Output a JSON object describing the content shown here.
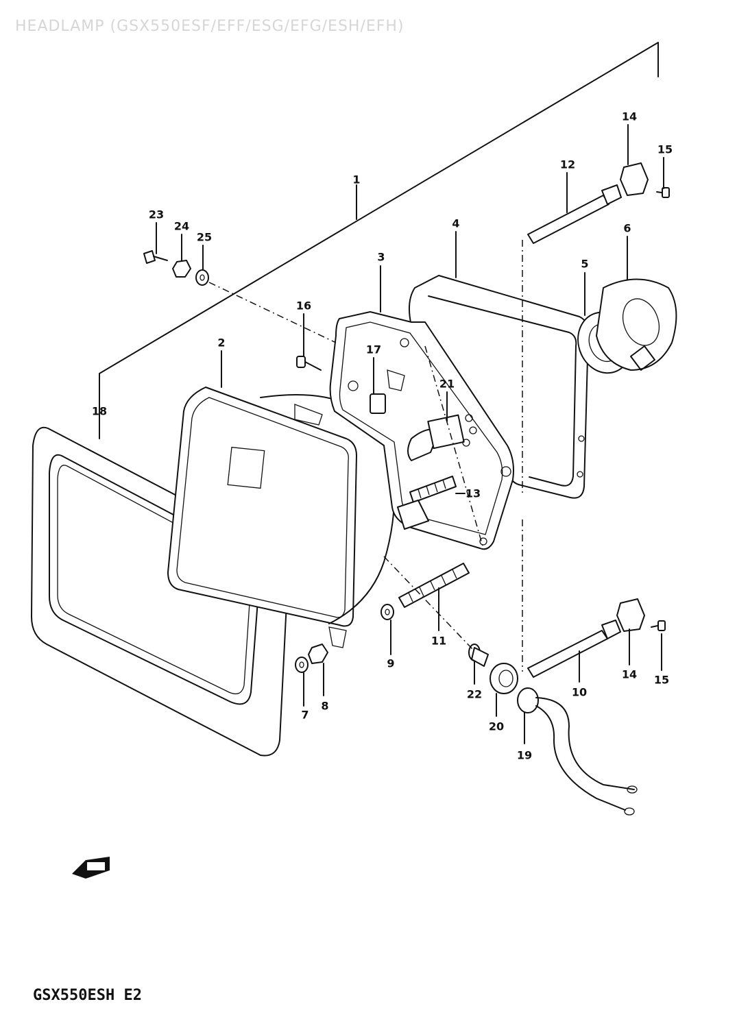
{
  "diagram": {
    "title": "HEADLAMP (GSX550ESF/EFF/ESG/EFG/ESH/EFH)",
    "model_code": "GSX550ESH  E2",
    "callouts": [
      "1",
      "2",
      "3",
      "4",
      "5",
      "6",
      "7",
      "8",
      "9",
      "10",
      "11",
      "12",
      "13",
      "14",
      "14",
      "15",
      "15",
      "16",
      "17",
      "18",
      "19",
      "20",
      "21",
      "22",
      "23",
      "24",
      "25"
    ]
  }
}
